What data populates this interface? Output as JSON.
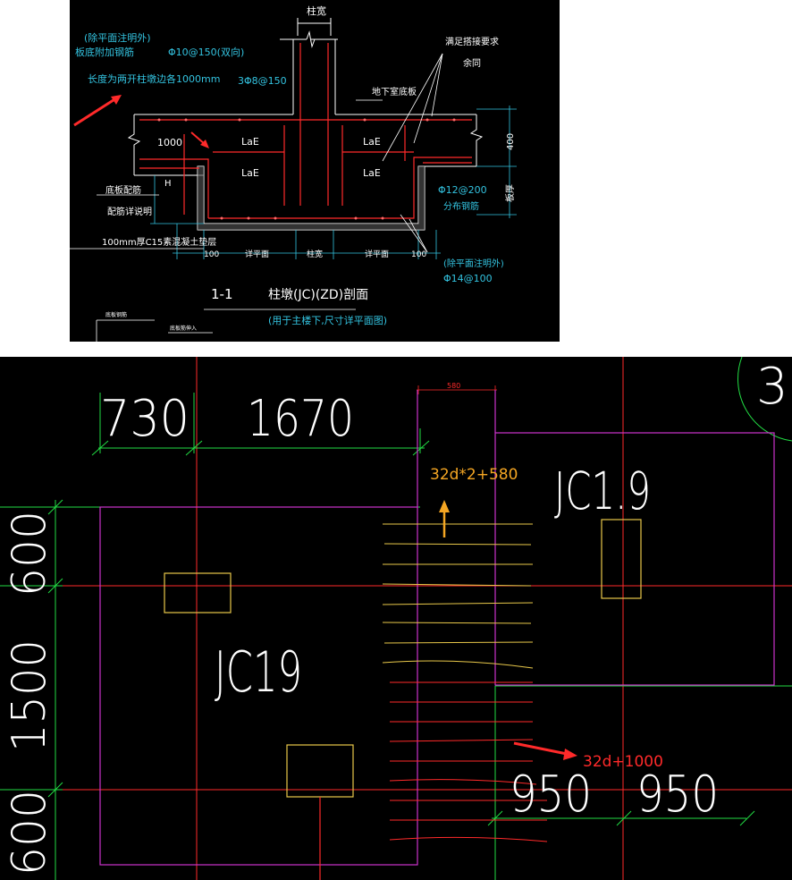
{
  "top_drawing": {
    "column_width_top": "柱宽",
    "left_note_1": "(除平面注明外)",
    "left_note_2": "板底附加钢筋",
    "left_rebar": "Φ10@150(双向)",
    "left_note_3": "长度为两开柱墩边各1000mm",
    "right_note_1": "满足搭接要求",
    "right_note_2": "余同",
    "stirrup": "3Φ8@150",
    "basement_slab": "地下室底板",
    "dim_1000": "1000",
    "lae_1": "LaE",
    "lae_2": "LaE",
    "lae_3": "LaE",
    "lae_4": "LaE",
    "dim_400": "400",
    "dim_h": "H",
    "right_vertical_label": "板厚",
    "bottom_rebar_1": "底板配筋",
    "bottom_rebar_2": "配筋详说明",
    "rebar_200": "Φ12@200",
    "dist_rebar": "分布钢筋",
    "cushion": "100mm厚C15素混凝土垫层",
    "dim_100_left": "100",
    "see_plan_left": "详平面",
    "column_width_bottom": "柱宽",
    "see_plan_right": "详平面",
    "dim_100_right": "100",
    "right_note_4": "(除平面注明外)",
    "rebar_100": "Φ14@100",
    "section_no": "1-1",
    "section_title": "柱墩(JC)(ZD)剖面",
    "section_subtitle": "(用于主楼下,尺寸详平面图)",
    "mini_label_1": "底板钢筋",
    "mini_label_2": "底板筋伸入"
  },
  "bottom_drawing": {
    "dim_730": "730",
    "dim_1670": "1670",
    "dim_580": "580",
    "dim_600_top": "600",
    "dim_1500": "1500",
    "dim_600_bottom": "600",
    "label_jc19_left": "JC19",
    "label_jc19_right": "JC1.9",
    "annotation_top": "32d*2+580",
    "annotation_right": "32d+1000",
    "dim_950_left": "950",
    "dim_950_right": "950",
    "corner_text": "3"
  },
  "colors": {
    "cad_red": "#ff2a2a",
    "cad_green": "#22dd44",
    "cad_magenta": "#cc33cc",
    "cad_yellow": "#e8c84a",
    "cad_cyan": "#33c3e0",
    "annotation_orange": "#f5a623",
    "arrow_red": "#ff2a2a"
  }
}
